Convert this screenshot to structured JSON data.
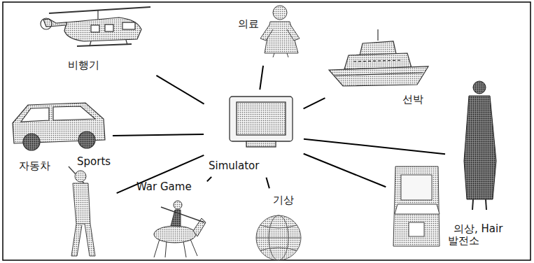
{
  "diagram": {
    "nodes": [
      {
        "text": [
          "비행기"
        ]
      },
      {
        "text": [
          "의료"
        ]
      },
      {
        "text": [
          "선박"
        ]
      },
      {
        "text": [
          "자동차"
        ]
      },
      {
        "text": [
          "Simulator"
        ]
      },
      {
        "text": [
          "의상, Hair"
        ]
      },
      {
        "text": [
          "Sports"
        ]
      },
      {
        "text": [
          "War Game"
        ]
      },
      {
        "text": [
          "기상"
        ]
      },
      {
        "text": [
          "발전소"
        ]
      }
    ],
    "edges": [
      {
        "from": 4,
        "to": 0,
        "arrow": "none"
      },
      {
        "from": 4,
        "to": 1,
        "arrow": "none"
      },
      {
        "from": 4,
        "to": 2,
        "arrow": "none"
      },
      {
        "from": 4,
        "to": 3,
        "arrow": "none"
      },
      {
        "from": 4,
        "to": 5,
        "arrow": "none"
      },
      {
        "from": 4,
        "to": 6,
        "arrow": "none"
      },
      {
        "from": 4,
        "to": 7,
        "arrow": "none"
      },
      {
        "from": 4,
        "to": 8,
        "arrow": "none"
      },
      {
        "from": 4,
        "to": 9,
        "arrow": "none"
      }
    ]
  }
}
